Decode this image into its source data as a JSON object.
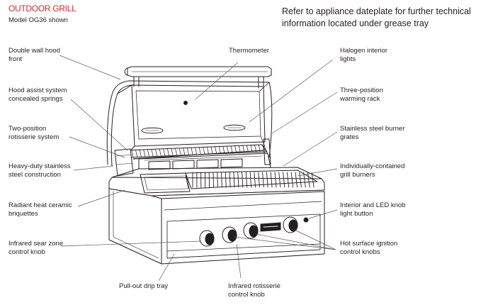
{
  "header": {
    "title": "OUTDOOR GRILL",
    "subtitle": "Model OG36 shown",
    "note": "Refer to appliance dateplate for further technical information located under grease tray",
    "title_color": "#d7262d"
  },
  "labels": {
    "double_wall_hood": "Double wall hood\nfront",
    "hood_assist": "Hood assist system\nconcealed springs",
    "rotisserie_system": "Two-position\nrotisserie system",
    "stainless_construction": "Heavy-duty stainless\nsteel construction",
    "briquettes": "Radiant heat ceramic\nbriquettes",
    "sear_knob": "Infrared sear zone\ncontrol knob",
    "drip_tray": "Pull-out drip tray",
    "rotisserie_knob": "Infrared rotisserie\ncontrol knob",
    "thermometer": "Thermometer",
    "halogen_lights": "Halogen interior\nlights",
    "warming_rack": "Three-position\nwarming rack",
    "burner_grates": "Stainless steel burner\ngrates",
    "grill_burners": "Individually-contained\ngrill burners",
    "led_button": "Interior and LED knob\nlight button",
    "ignition_knobs": "Hot surface ignition\ncontrol knobs"
  },
  "colors": {
    "line": "#231f20",
    "leader": "#58595b"
  }
}
